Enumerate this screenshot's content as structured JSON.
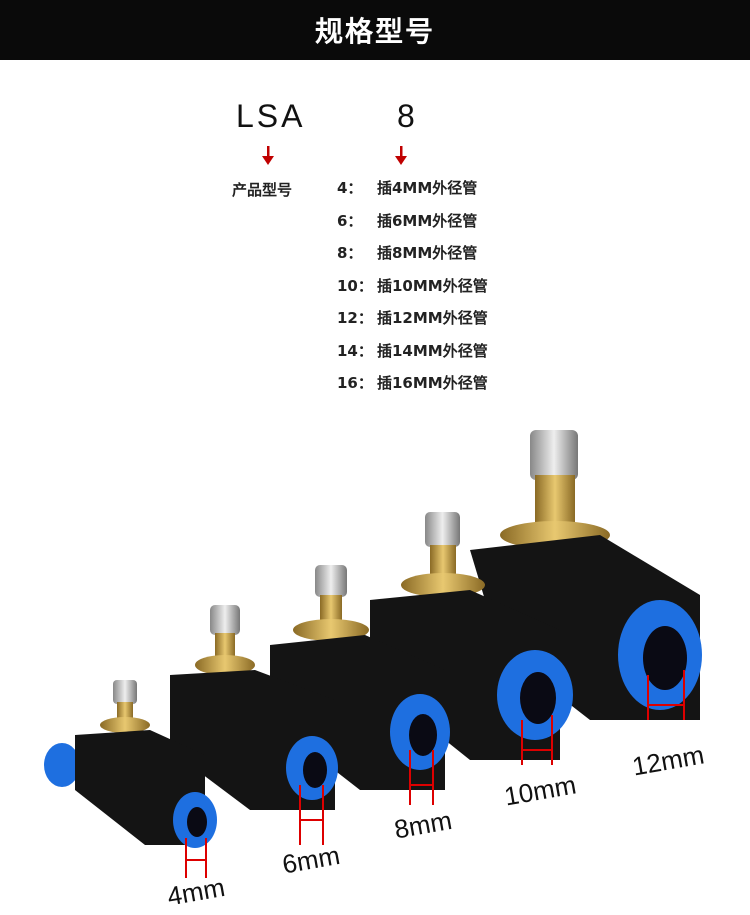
{
  "header": {
    "title": "规格型号"
  },
  "code": {
    "series": "LSA",
    "size": "8",
    "series_label": "产品型号",
    "size_options": [
      {
        "key": "4：",
        "desc": "插4MM外径管"
      },
      {
        "key": "6：",
        "desc": "插6MM外径管"
      },
      {
        "key": "8：",
        "desc": "插8MM外径管"
      },
      {
        "key": "10：",
        "desc": "插10MM外径管"
      },
      {
        "key": "12：",
        "desc": "插12MM外径管"
      },
      {
        "key": "14：",
        "desc": "插14MM外径管"
      },
      {
        "key": "16：",
        "desc": "插16MM外径管"
      }
    ]
  },
  "photo": {
    "size_labels": [
      "4mm",
      "6mm",
      "8mm",
      "10mm",
      "12mm"
    ]
  },
  "colors": {
    "arrow": "#c00000",
    "tube_ring": "#1e6fe0",
    "body": "#141414",
    "brass": "#c9a24a"
  }
}
